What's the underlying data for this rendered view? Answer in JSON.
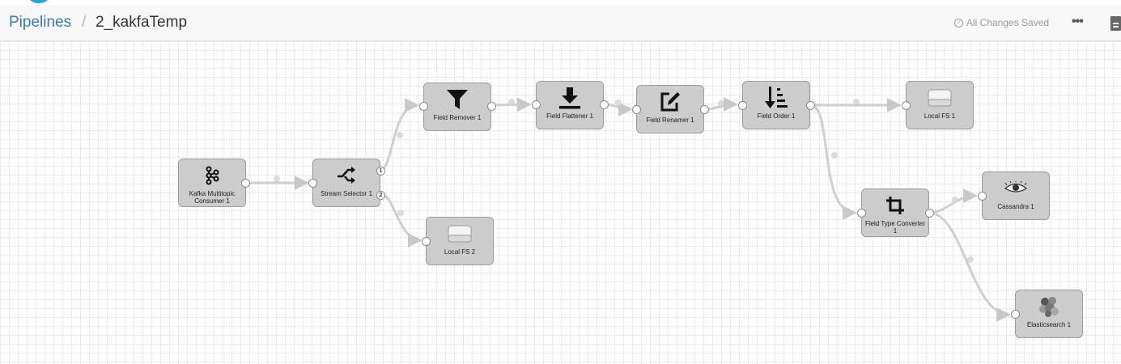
{
  "header": {
    "breadcrumb_root": "Pipelines",
    "separator": "/",
    "pipeline_name": "2_kakfaTemp",
    "save_status": "All Changes Saved",
    "more_label": "•••"
  },
  "nodes": {
    "kafka": "Kafka Multitopic Consumer 1",
    "selector": "Stream Selector 1",
    "remover": "Field Remover 1",
    "flattener": "Field Flattener 1",
    "renamer": "Field Renamer 1",
    "order": "Field Order 1",
    "localfs1": "Local FS 1",
    "localfs2": "Local FS 2",
    "typeconv": "Field Type Converter 1",
    "cassandra": "Cassandra 1",
    "elastic": "Elasticsearch 1"
  },
  "ports": {
    "selector_out1": "1",
    "selector_out2": "2"
  },
  "colors": {
    "link": "#337ab7",
    "node_fill": "#cccccc",
    "edge": "#cfcfcf",
    "logo": "#1aa9e0"
  }
}
